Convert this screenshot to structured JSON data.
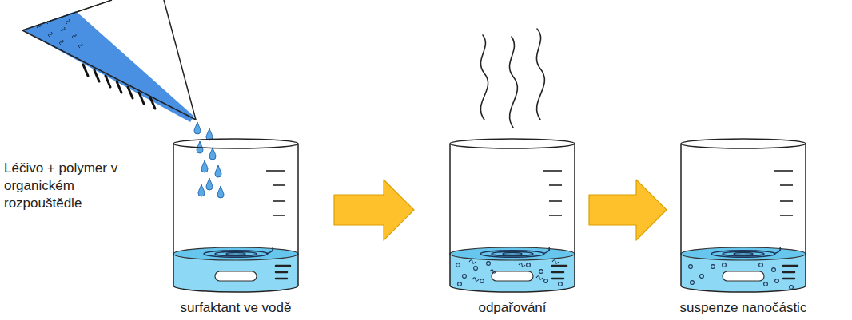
{
  "diagram": {
    "nodes": [
      {
        "text": [
          "Léčivo + polymer v organickém rozpouštědle"
        ]
      },
      {
        "text": [
          "surfaktant ve vodě"
        ]
      },
      {
        "text": [
          "odpařování"
        ]
      },
      {
        "text": [
          "suspenze nanočástic"
        ]
      }
    ],
    "edges": [
      {
        "from": 1,
        "to": 2,
        "arrow": "to"
      },
      {
        "from": 2,
        "to": 3,
        "arrow": "to"
      }
    ]
  }
}
